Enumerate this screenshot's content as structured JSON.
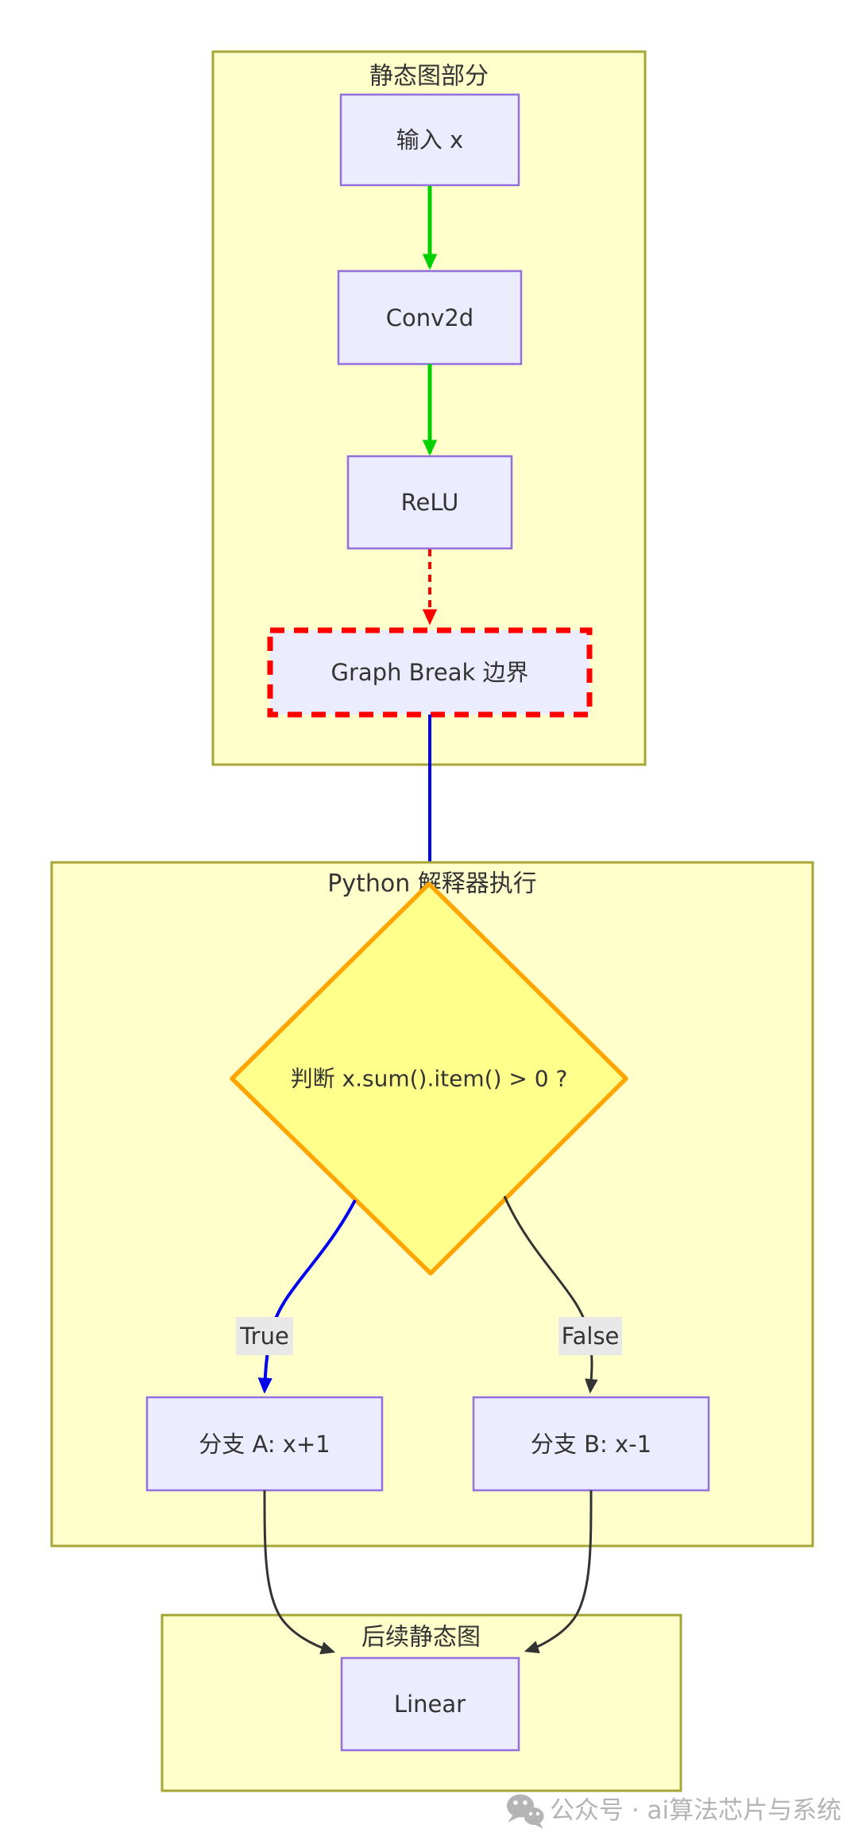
{
  "containers": {
    "static_graph": {
      "title": "静态图部分"
    },
    "python_interpreter": {
      "title": "Python 解释器执行"
    },
    "follow_up_graph": {
      "title": "后续静态图"
    }
  },
  "nodes": {
    "input_x": {
      "label": "输入 x"
    },
    "conv2d": {
      "label": "Conv2d"
    },
    "relu": {
      "label": "ReLU"
    },
    "graph_break": {
      "label": "Graph Break 边界"
    },
    "decision": {
      "label": "判断 x.sum().item() > 0 ?"
    },
    "branch_a": {
      "label": "分支 A: x+1"
    },
    "branch_b": {
      "label": "分支 B: x-1"
    },
    "linear": {
      "label": "Linear"
    }
  },
  "edge_labels": {
    "true_branch": "True",
    "false_branch": "False"
  },
  "watermark": {
    "icon": "wechat-icon",
    "text": "公众号 · ai算法芯片与系统"
  },
  "colors": {
    "page_bg": "#ffffff",
    "container_fill": "#ffffcc",
    "container_border": "#a6a636",
    "node_fill": "#ececff",
    "node_border": "#9370db",
    "decision_fill": "#ffff8c",
    "decision_border": "#ffa500",
    "graph_break_border": "#ff0000",
    "edge_green": "#00d000",
    "edge_red": "#ff0000",
    "edge_blue": "#0000ee",
    "edge_dark": "#333333",
    "label_bg": "#e8e8e8",
    "text": "#333333",
    "watermark": "#b4b4b4"
  }
}
